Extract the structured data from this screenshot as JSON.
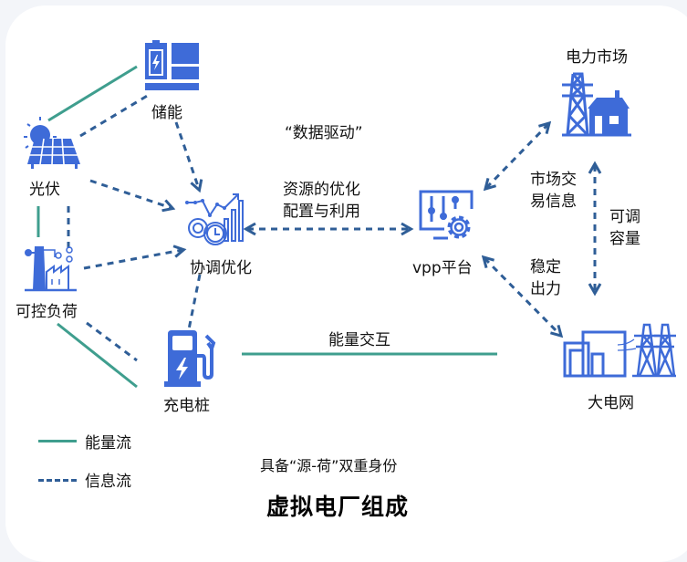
{
  "title": "虚拟电厂组成",
  "subtitle": "具备“源-荷”双重身份",
  "colors": {
    "energy_flow": "#3f9e8e",
    "info_flow": "#2f5e97",
    "icon_blue": "#3e6bd8"
  },
  "nodes": {
    "storage": {
      "label": "储能",
      "icon": "battery-storage-icon"
    },
    "pv": {
      "label": "光伏",
      "icon": "solar-panel-icon"
    },
    "load": {
      "label": "可控负荷",
      "icon": "factory-icon"
    },
    "coord": {
      "label": "协调优化",
      "icon": "gears-analytics-icon"
    },
    "charger": {
      "label": "充电桩",
      "icon": "charging-station-icon"
    },
    "vpp": {
      "label": "vpp平台",
      "icon": "control-panel-gear-icon"
    },
    "market": {
      "label": "电力市场",
      "icon": "power-tower-house-icon"
    },
    "grid": {
      "label": "大电网",
      "icon": "substation-towers-icon"
    }
  },
  "annotations": {
    "data_driven": "“数据驱动”",
    "resource_line1": "资源的优化",
    "resource_line2": "配置与利用",
    "market_info_line1": "市场交",
    "market_info_line2": "易信息",
    "adjustable_line1": "可调",
    "adjustable_line2": "容量",
    "stable_line1": "稳定",
    "stable_line2": "出力",
    "energy_exchange": "能量交互"
  },
  "legend": [
    {
      "label": "能量流",
      "style": "solid"
    },
    {
      "label": "信息流",
      "style": "dashed"
    }
  ]
}
